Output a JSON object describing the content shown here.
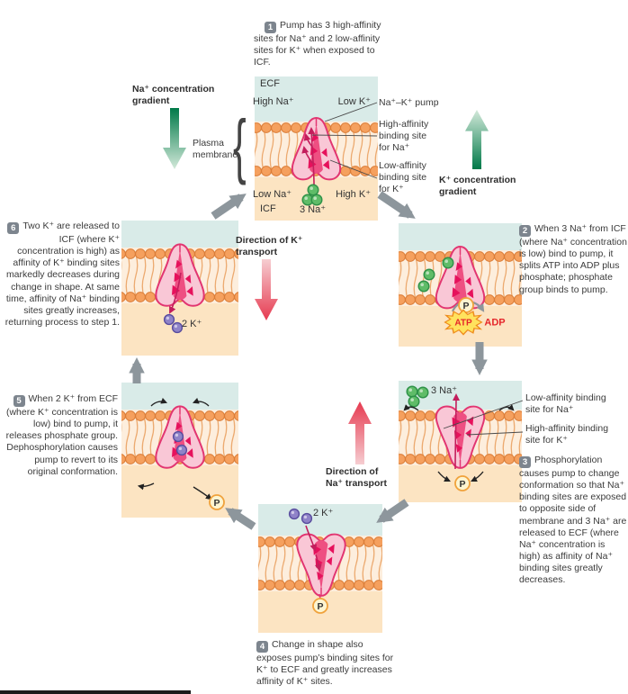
{
  "figure_subject": "Na+-K+ pump cycle",
  "steps": [
    {
      "num": "1",
      "text": "Pump has 3 high-affinity sites for Na⁺ and 2 low-affinity sites for K⁺ when exposed to ICF."
    },
    {
      "num": "2",
      "text": "When 3 Na⁺ from ICF (where Na⁺ concentration is low) bind to pump, it splits ATP into ADP plus phosphate; phosphate group binds to pump."
    },
    {
      "num": "3",
      "text": "Phosphorylation causes pump to change conformation so that Na⁺ binding sites are exposed to opposite side of membrane and 3 Na⁺ are released to ECF (where Na⁺ concentration is high) as affinity of Na⁺ binding sites greatly decreases."
    },
    {
      "num": "4",
      "text": "Change in shape also exposes pump’s binding sites for K⁺ to ECF and greatly increases affinity of K⁺ sites."
    },
    {
      "num": "5",
      "text": "When 2 K⁺ from ECF (where K⁺ concentration is low) bind to pump, it releases phosphate group. Dephosphorylation causes pump to revert to its original conformation."
    },
    {
      "num": "6",
      "text": "Two K⁺ are released to ICF (where K⁺ concentration is high) as affinity of K⁺ binding sites markedly decreases during change in shape. At same time, affinity of Na⁺ binding sites greatly increases, returning process to step 1."
    }
  ],
  "gradient_arrows": {
    "na": "Na⁺ concentration gradient",
    "k": "K⁺ concentration gradient"
  },
  "transport_arrows": {
    "k": "Direction of K⁺ transport",
    "na": "Direction of Na⁺ transport"
  },
  "membrane_label": "Plasma membrane",
  "pump_labels": {
    "pump": "Na⁺–K⁺ pump",
    "high_na": "High-affinity binding site for Na⁺",
    "low_k": "Low-affinity binding site for K⁺",
    "low_na": "Low-affinity binding site for Na⁺",
    "high_k": "High-affinity binding site for K⁺"
  },
  "compartments": {
    "ecf": "ECF",
    "icf": "ICF",
    "high_na": "High Na⁺",
    "low_k": "Low K⁺",
    "low_na": "Low Na⁺",
    "high_k": "High K⁺"
  },
  "ions": {
    "na3": "3 Na⁺",
    "k2": "2 K⁺",
    "p": "P",
    "atp": "ATP",
    "adp": "ADP"
  },
  "colors": {
    "ecf_bg": "#d9ebe8",
    "icf_bg": "#fce4c2",
    "membrane_mid": "#fdeedd",
    "lipid_head": "#f5a05e",
    "pump_body": "#f9c7d6",
    "pump_accent": "#e6115c",
    "na_ion": "#5fbc68",
    "k_ion": "#8f83c8",
    "phosphate": "#fdf4d0",
    "atp_star": "#ffe25e",
    "atp_text": "#e5262b",
    "gray_arrow": "#8d969c",
    "green_arrow_dark": "#007948",
    "red_arrow": "#e63a50"
  }
}
